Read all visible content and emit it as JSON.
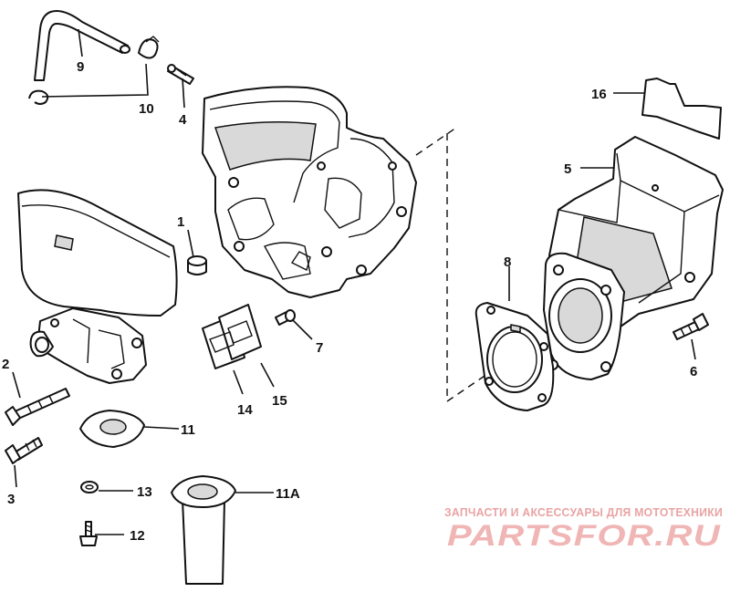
{
  "callouts": {
    "c1": "1",
    "c2": "2",
    "c3": "3",
    "c4": "4",
    "c5": "5",
    "c6": "6",
    "c7": "7",
    "c8": "8",
    "c9": "9",
    "c10": "10",
    "c11": "11",
    "c11a": "11A",
    "c12": "12",
    "c13": "13",
    "c14": "14",
    "c15": "15",
    "c16": "16"
  },
  "watermark": {
    "tagline": "ЗАПЧАСТИ И АКСЕССУАРЫ ДЛЯ МОТОТЕХНИКИ",
    "brand": "PARTSFOR.RU"
  }
}
